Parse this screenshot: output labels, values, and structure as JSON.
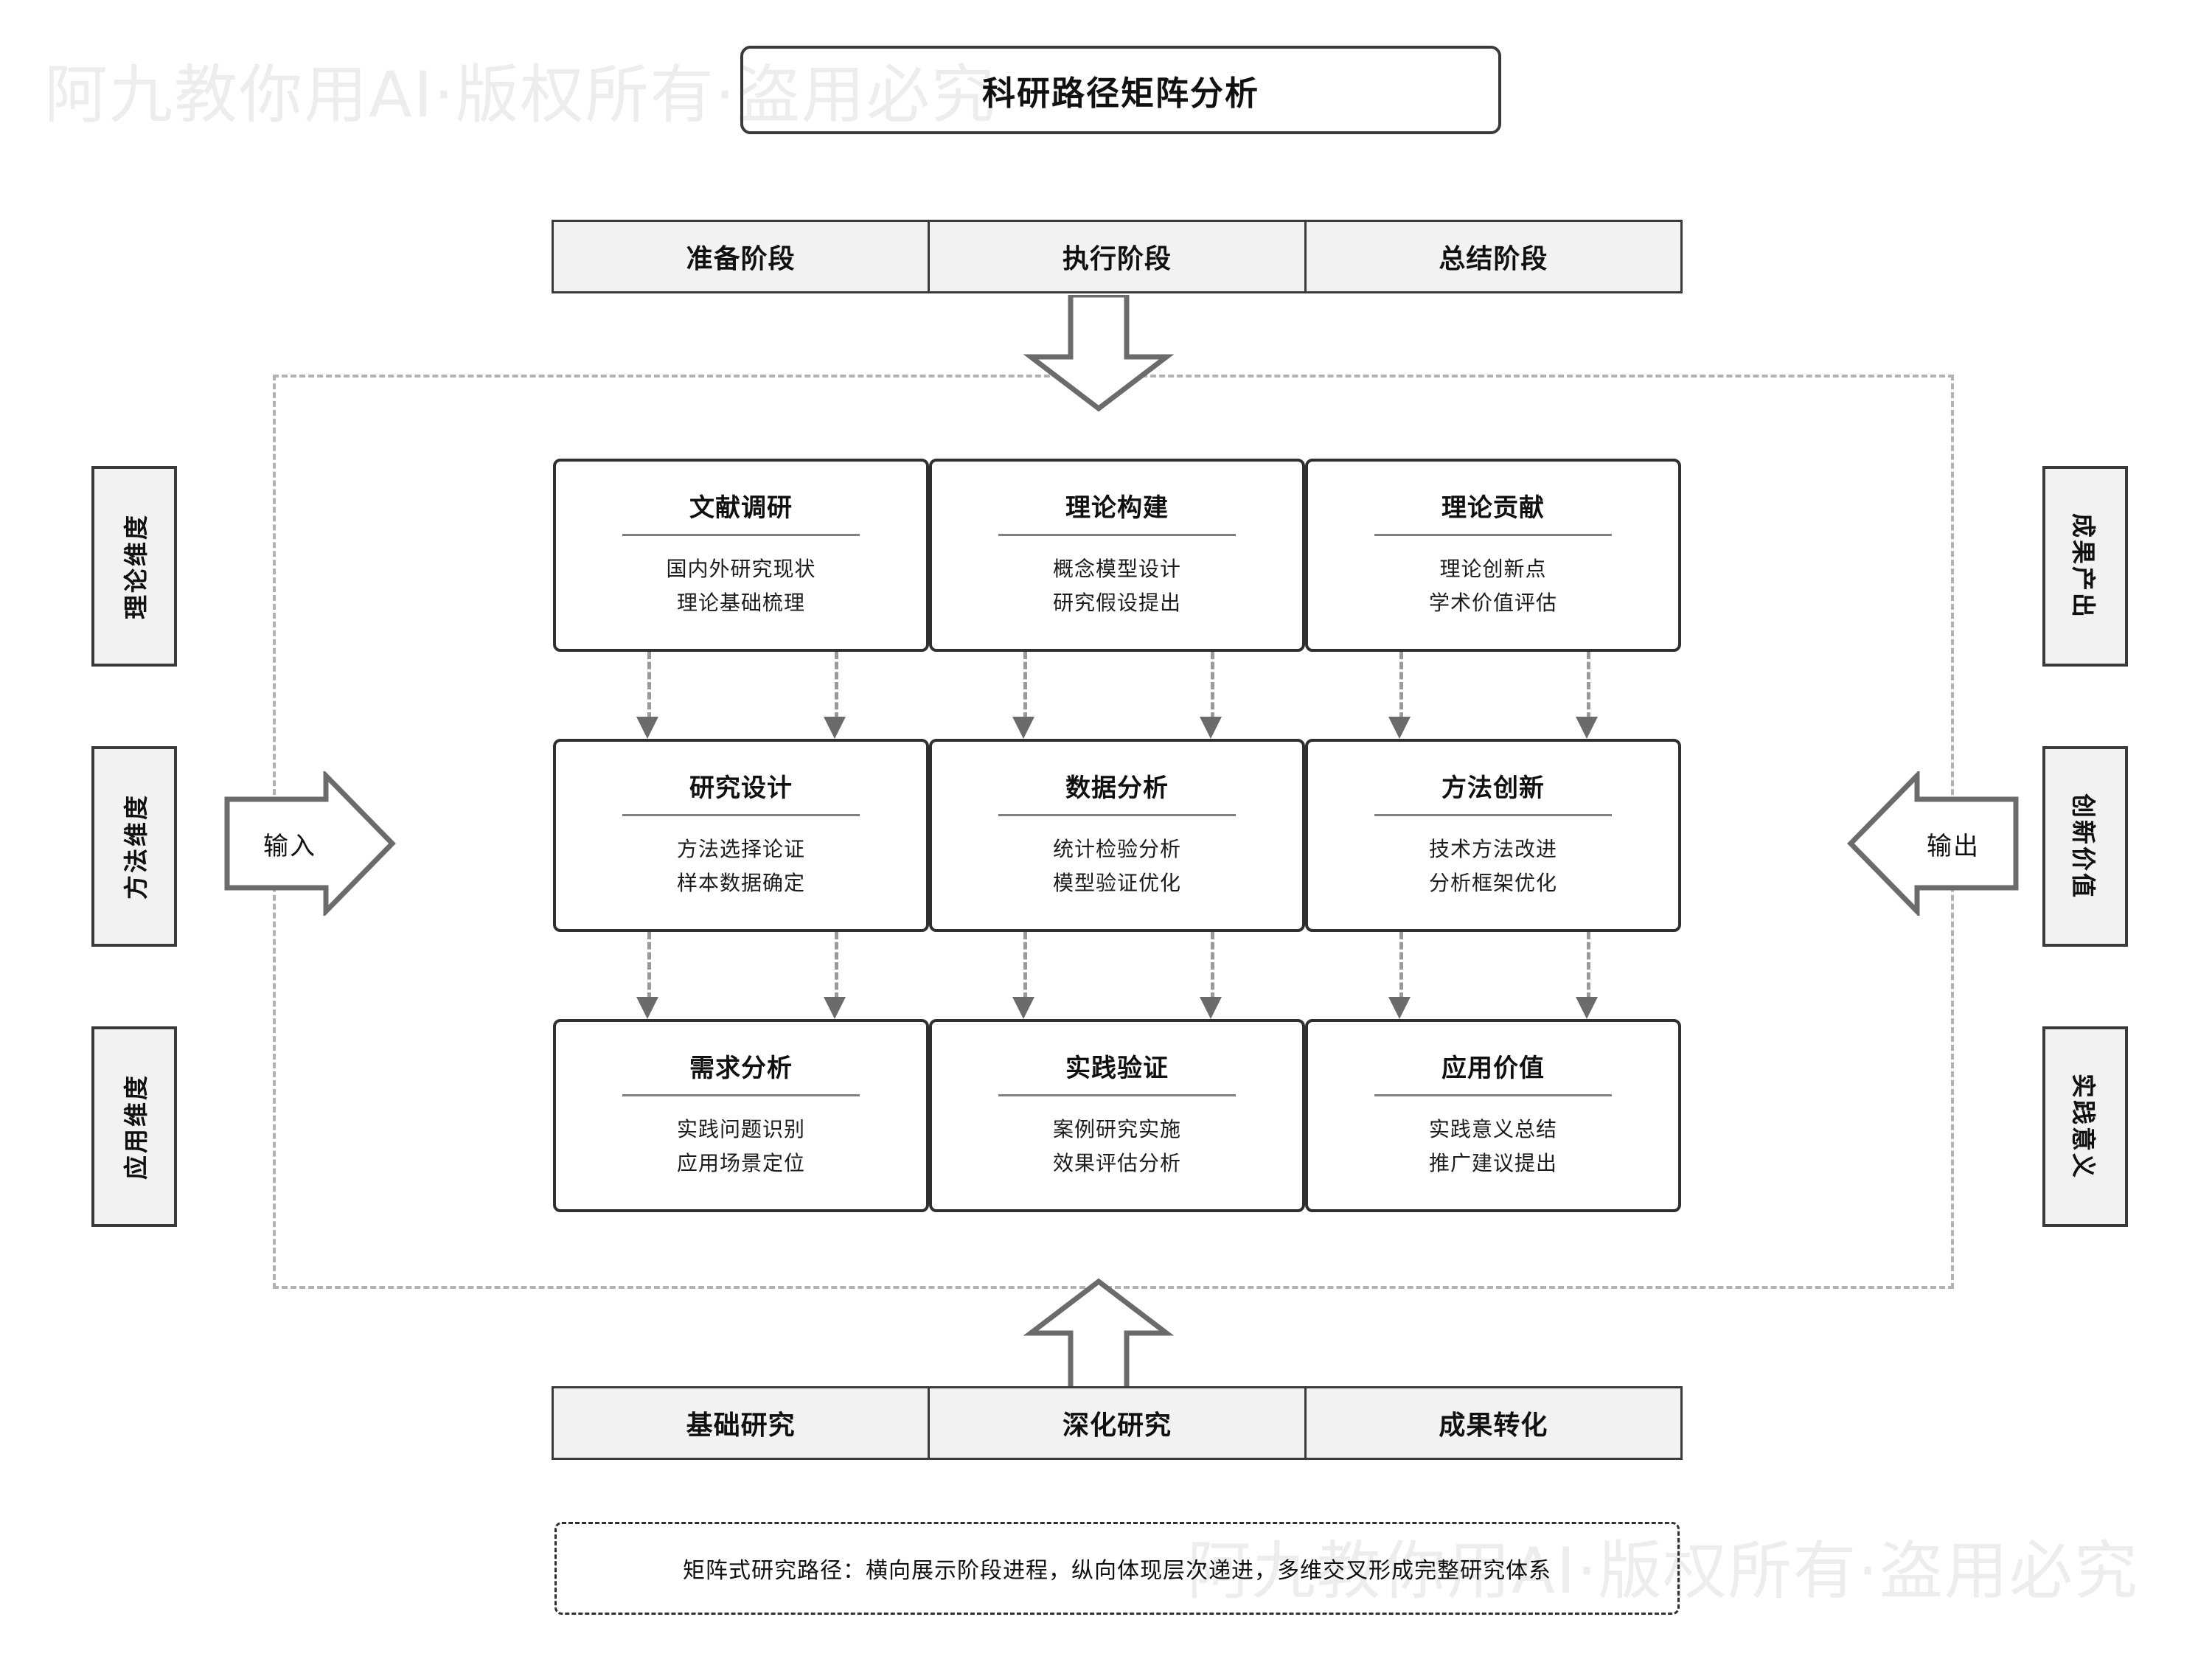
{
  "title": "科研路径矩阵分析",
  "watermark": "阿九教你用AI·版权所有·盗用必究",
  "top_bar": {
    "cells": [
      {
        "label": "准备阶段"
      },
      {
        "label": "执行阶段"
      },
      {
        "label": "总结阶段"
      }
    ]
  },
  "bottom_bar": {
    "cells": [
      {
        "label": "基础研究"
      },
      {
        "label": "深化研究"
      },
      {
        "label": "成果转化"
      }
    ]
  },
  "left_labels": [
    {
      "label": "理论维度"
    },
    {
      "label": "方法维度"
    },
    {
      "label": "应用维度"
    }
  ],
  "right_labels": [
    {
      "label": "成果产出"
    },
    {
      "label": "创新价值"
    },
    {
      "label": "实践意义"
    }
  ],
  "io": {
    "input": "输入",
    "output": "输出"
  },
  "matrix": {
    "rows": [
      {
        "dimension": "理论维度",
        "cells": [
          {
            "title": "文献调研",
            "lines": [
              "国内外研究现状",
              "理论基础梳理"
            ]
          },
          {
            "title": "理论构建",
            "lines": [
              "概念模型设计",
              "研究假设提出"
            ]
          },
          {
            "title": "理论贡献",
            "lines": [
              "理论创新点",
              "学术价值评估"
            ]
          }
        ]
      },
      {
        "dimension": "方法维度",
        "cells": [
          {
            "title": "研究设计",
            "lines": [
              "方法选择论证",
              "样本数据确定"
            ]
          },
          {
            "title": "数据分析",
            "lines": [
              "统计检验分析",
              "模型验证优化"
            ]
          },
          {
            "title": "方法创新",
            "lines": [
              "技术方法改进",
              "分析框架优化"
            ]
          }
        ]
      },
      {
        "dimension": "应用维度",
        "cells": [
          {
            "title": "需求分析",
            "lines": [
              "实践问题识别",
              "应用场景定位"
            ]
          },
          {
            "title": "实践验证",
            "lines": [
              "案例研究实施",
              "效果评估分析"
            ]
          },
          {
            "title": "应用价值",
            "lines": [
              "实践意义总结",
              "推广建议提出"
            ]
          }
        ]
      }
    ]
  },
  "footer": {
    "note": "矩阵式研究路径：横向展示阶段进程，纵向体现层次递进，多维交叉形成完整研究体系"
  },
  "colors": {
    "border_dark": "#3a3a3a",
    "cell_border": "#2f2f2f",
    "bar_fill": "#f2f2f2",
    "dashed_gray": "#b2b2b2",
    "connector_gray": "#9a9a9a",
    "arrow_gray": "#6b6b6b",
    "watermark": "#ededed"
  }
}
